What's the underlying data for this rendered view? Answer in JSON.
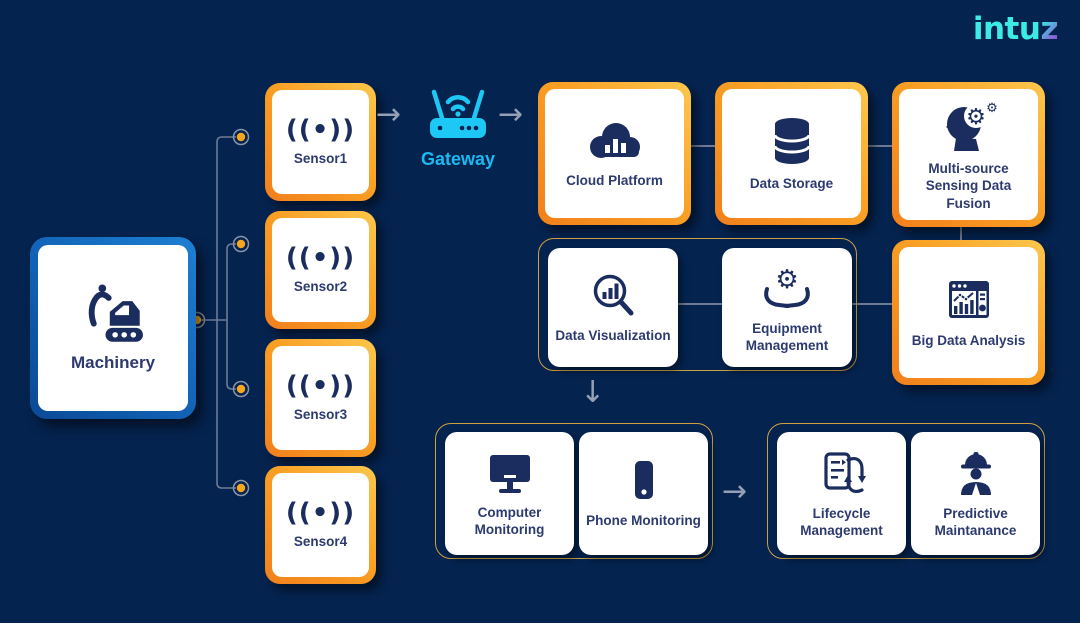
{
  "logo": {
    "text_main": "intu",
    "text_accent": "z"
  },
  "machinery": {
    "label": "Machinery",
    "icon": "excavator-icon"
  },
  "sensors": [
    {
      "label": "Sensor1",
      "icon": "signal-icon",
      "glyph": "((•))"
    },
    {
      "label": "Sensor2",
      "icon": "signal-icon",
      "glyph": "((•))"
    },
    {
      "label": "Sensor3",
      "icon": "signal-icon",
      "glyph": "((•))"
    },
    {
      "label": "Sensor4",
      "icon": "signal-icon",
      "glyph": "((•))"
    }
  ],
  "gateway": {
    "label": "Gateway",
    "icon": "wifi-router-icon"
  },
  "flow_top": {
    "cloud": {
      "label": "Cloud Platform",
      "icon": "cloud-chart-icon"
    },
    "storage": {
      "label": "Data Storage",
      "icon": "database-icon"
    },
    "fusion": {
      "label": "Multi-source Sensing Data Fusion",
      "icon": "head-gears-icon"
    }
  },
  "flow_mid": {
    "dataviz": {
      "label": "Data Visualization",
      "icon": "magnifier-chart-icon"
    },
    "equipment": {
      "label": "Equipment Management",
      "icon": "hands-gear-icon"
    },
    "bigdata": {
      "label": "Big Data Analysis",
      "icon": "dashboard-chart-icon"
    }
  },
  "flow_bottom": {
    "computer": {
      "label": "Computer Monitoring",
      "icon": "monitor-icon"
    },
    "phone": {
      "label": "Phone Monitoring",
      "icon": "smartphone-icon"
    },
    "lifecycle": {
      "label": "Lifecycle Management",
      "icon": "document-refresh-icon"
    },
    "predictive": {
      "label": "Predictive Maintanance",
      "icon": "worker-icon"
    }
  },
  "connectors": {
    "arrow_right": "→",
    "arrow_down": "↓"
  },
  "colors": {
    "background": "#04234f",
    "navy_icon": "#1b2d5e",
    "label_navy": "#2c3a70",
    "orange_border_light": "#fdc74e",
    "orange_border_dark": "#f2801c",
    "blue_border": "#1161b4",
    "cyan_gateway": "#1ab9f1",
    "logo_cyan": "#3debe6",
    "logo_purple": "#a23ad0",
    "connector_gray": "#6e7b94",
    "dot_orange": "#f6a71e",
    "group_border_gold": "#cfa040"
  }
}
